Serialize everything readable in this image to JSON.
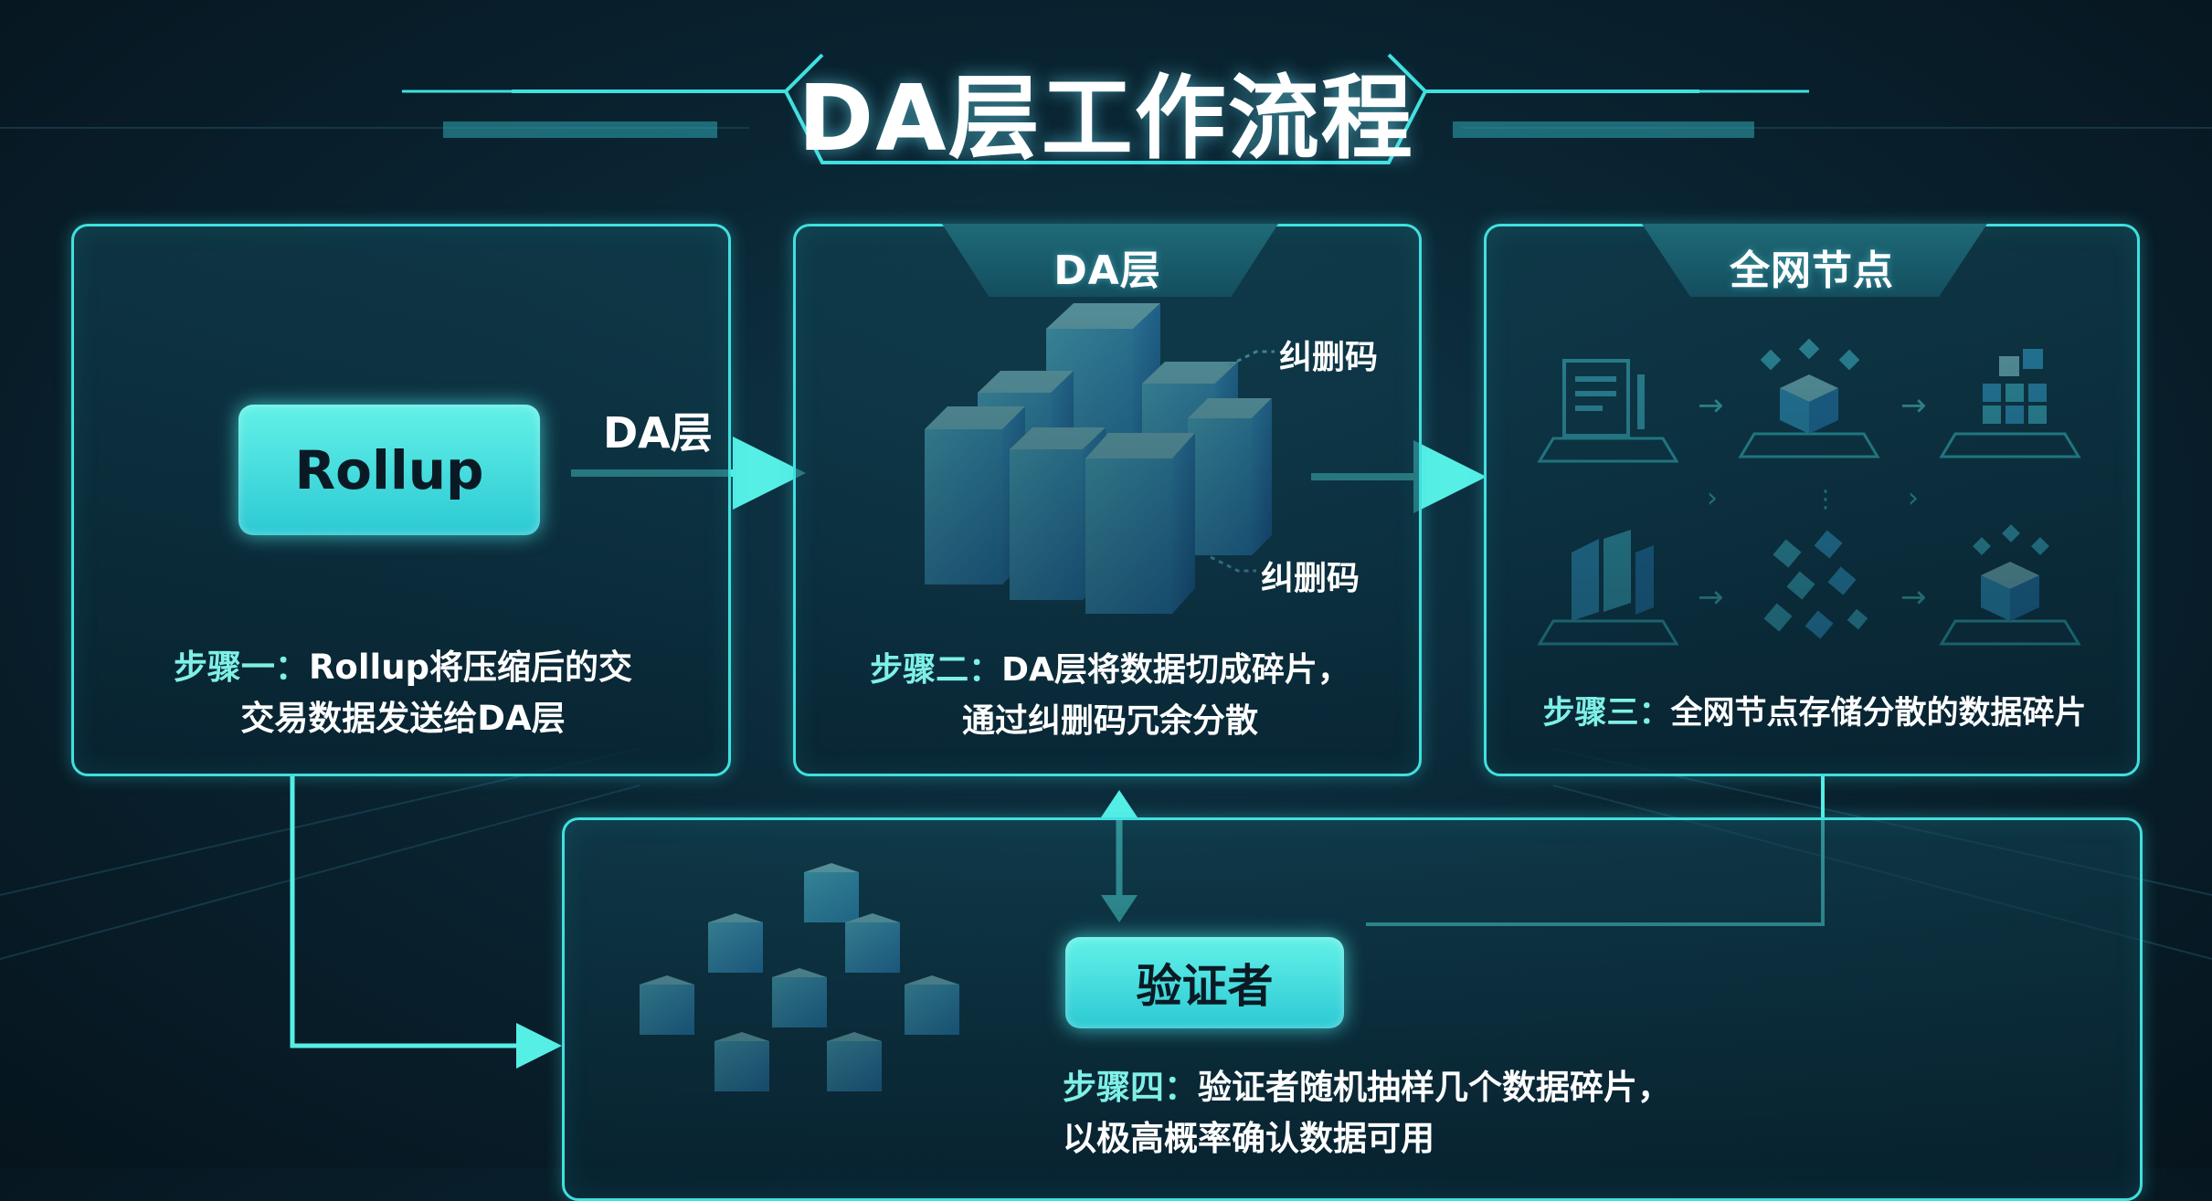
{
  "title": "DA层工作流程",
  "panels": {
    "rollup": {
      "button_label": "Rollup",
      "step_label": "步骤一：",
      "step_text_line1": "Rollup将压缩后的交",
      "step_text_line2": "交易数据发送给DA层"
    },
    "da_layer": {
      "title": "DA层",
      "code_label_top": "纠删码",
      "code_label_bottom": "纠删码",
      "step_label": "步骤二：",
      "step_text_line1": "DA层将数据切成碎片，",
      "step_text_line2": "通过纠删码冗余分散"
    },
    "network_nodes": {
      "title": "全网节点",
      "step_label": "步骤三：",
      "step_text": "全网节点存储分散的数据碎片"
    },
    "validator": {
      "button_label": "验证者",
      "step_label": "步骤四：",
      "step_text_line1": "验证者随机抽样几个数据碎片，",
      "step_text_line2": "以极高概率确认数据可用"
    }
  },
  "connectors": {
    "rollup_to_da_label": "DA层"
  },
  "colors": {
    "accent": "#3fe0df",
    "cube_top": "#9ff6f8",
    "cube_front": "#3bb9f0",
    "background": "#0a2533"
  }
}
